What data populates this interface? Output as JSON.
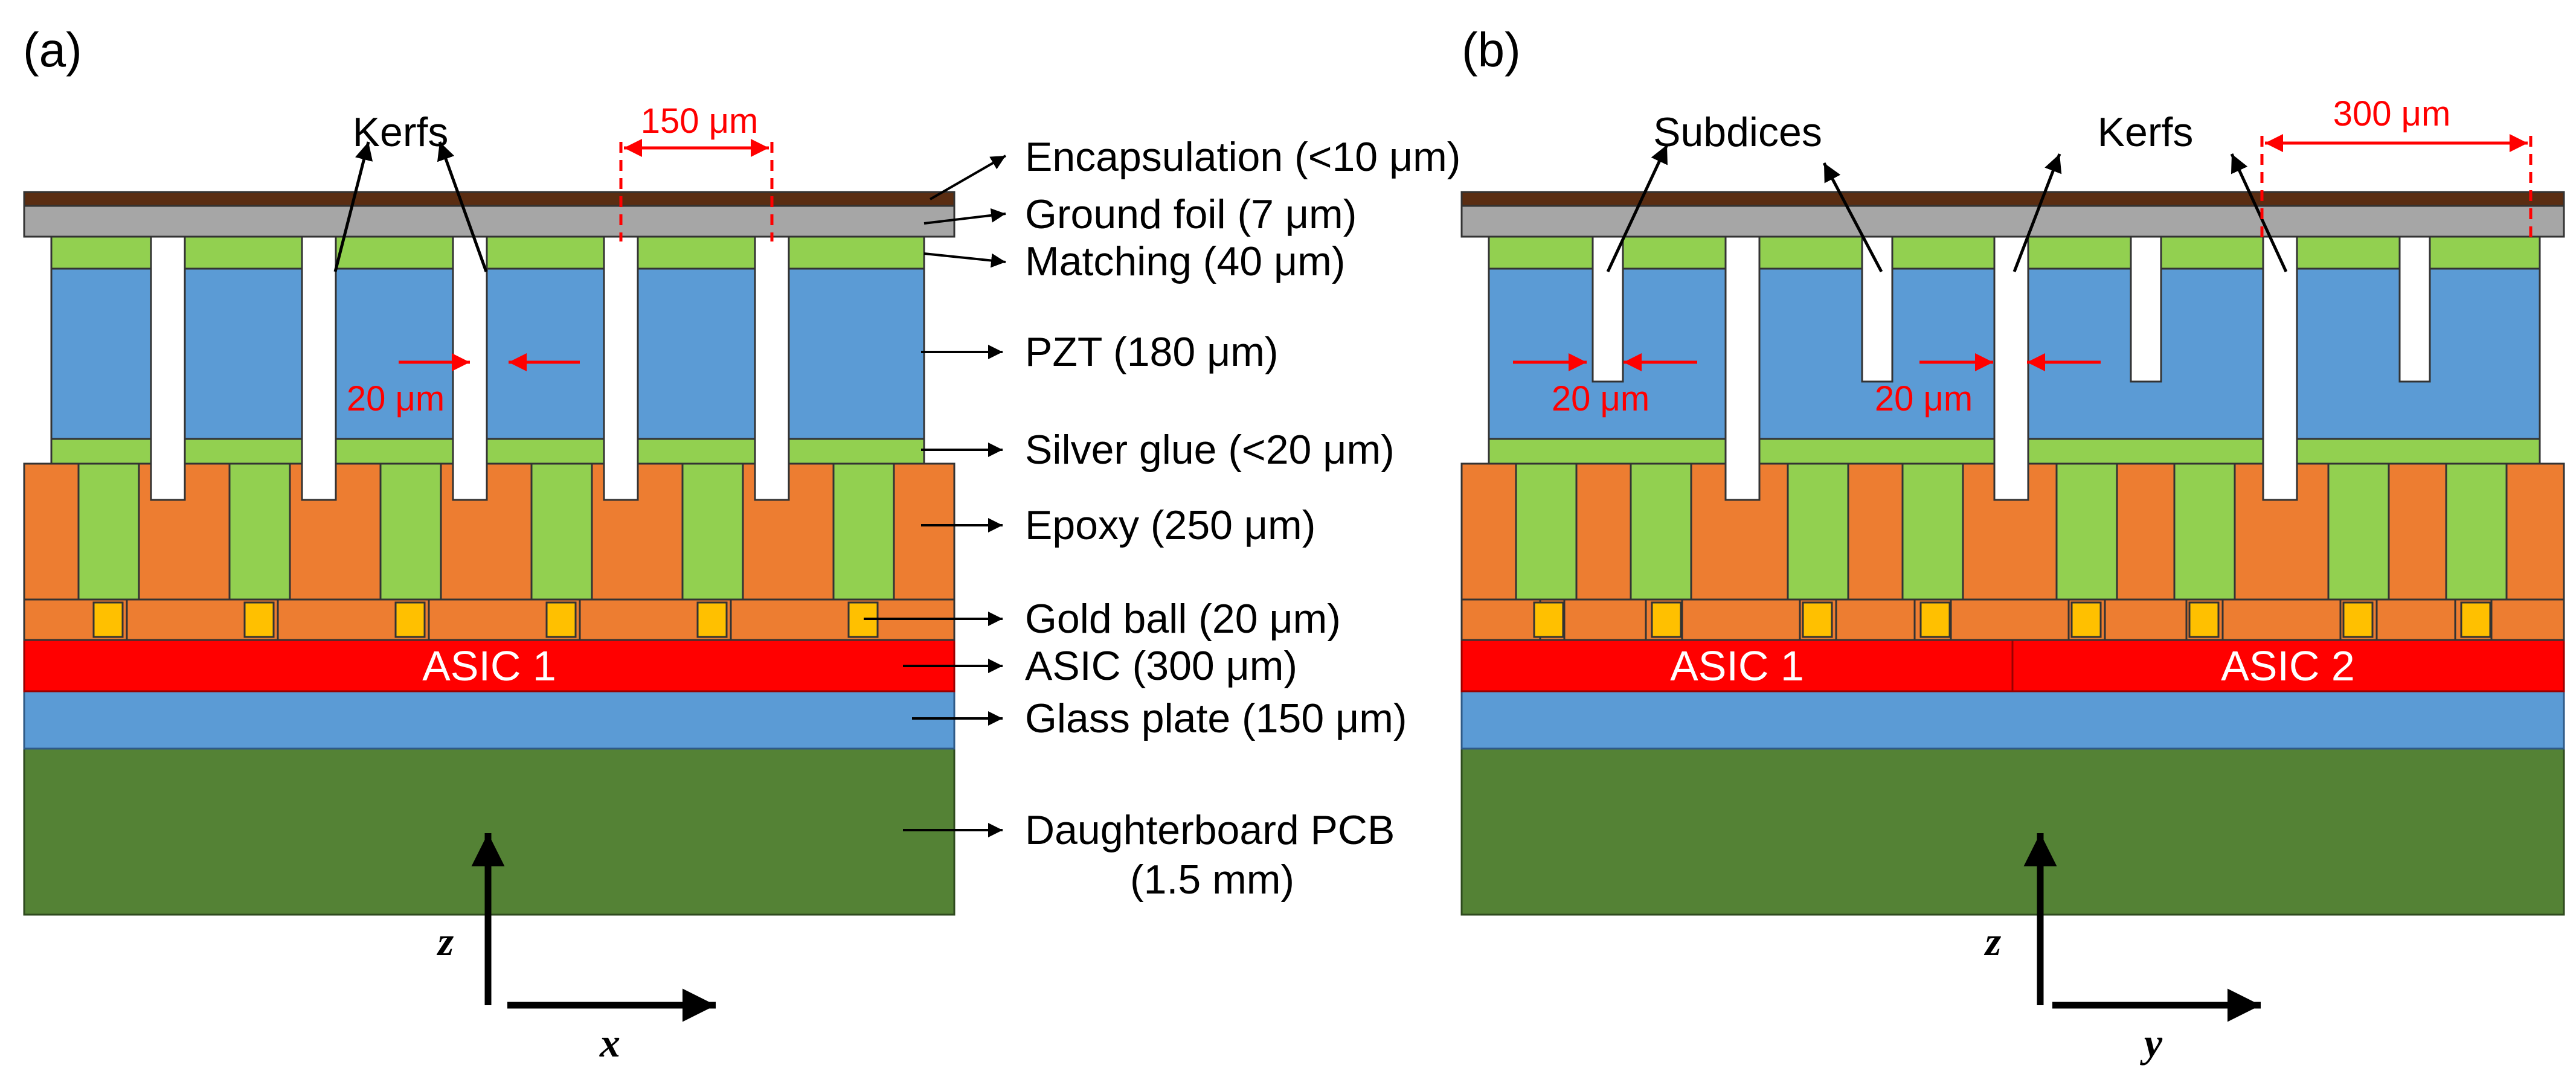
{
  "panels": {
    "a": {
      "tag": "(a)",
      "kerfs": "Kerfs",
      "pitch": "150 μm",
      "gap": "20 μm",
      "asic": "ASIC 1",
      "axis_z": "z",
      "axis_x": "x"
    },
    "b": {
      "tag": "(b)",
      "subdices": "Subdices",
      "kerfs": "Kerfs",
      "pitch": "300 μm",
      "gap1": "20 μm",
      "gap2": "20 μm",
      "asic1": "ASIC 1",
      "asic2": "ASIC 2",
      "axis_z": "z",
      "axis_y": "y"
    }
  },
  "layers": {
    "encapsulation": "Encapsulation (<10 μm)",
    "ground_foil": "Ground foil (7 μm)",
    "matching": "Matching (40 μm)",
    "pzt": "PZT (180 μm)",
    "silver_glue": "Silver glue (<20 μm)",
    "epoxy": "Epoxy (250 μm)",
    "gold_ball": "Gold ball (20 μm)",
    "asic": "ASIC (300 μm)",
    "glass_plate": "Glass plate (150 μm)",
    "pcb_line1": "Daughterboard PCB",
    "pcb_line2": "(1.5 mm)"
  },
  "colors": {
    "encapsulation": "#5a2d12",
    "ground_foil": "#a6a6a6",
    "matching": "#92d050",
    "pzt": "#5b9bd5",
    "epoxy": "#ed7d31",
    "gold": "#ffc000",
    "asic": "#ff0000",
    "glass": "#5b9bd5",
    "pcb": "#548235",
    "annotation": "#ff0000"
  }
}
